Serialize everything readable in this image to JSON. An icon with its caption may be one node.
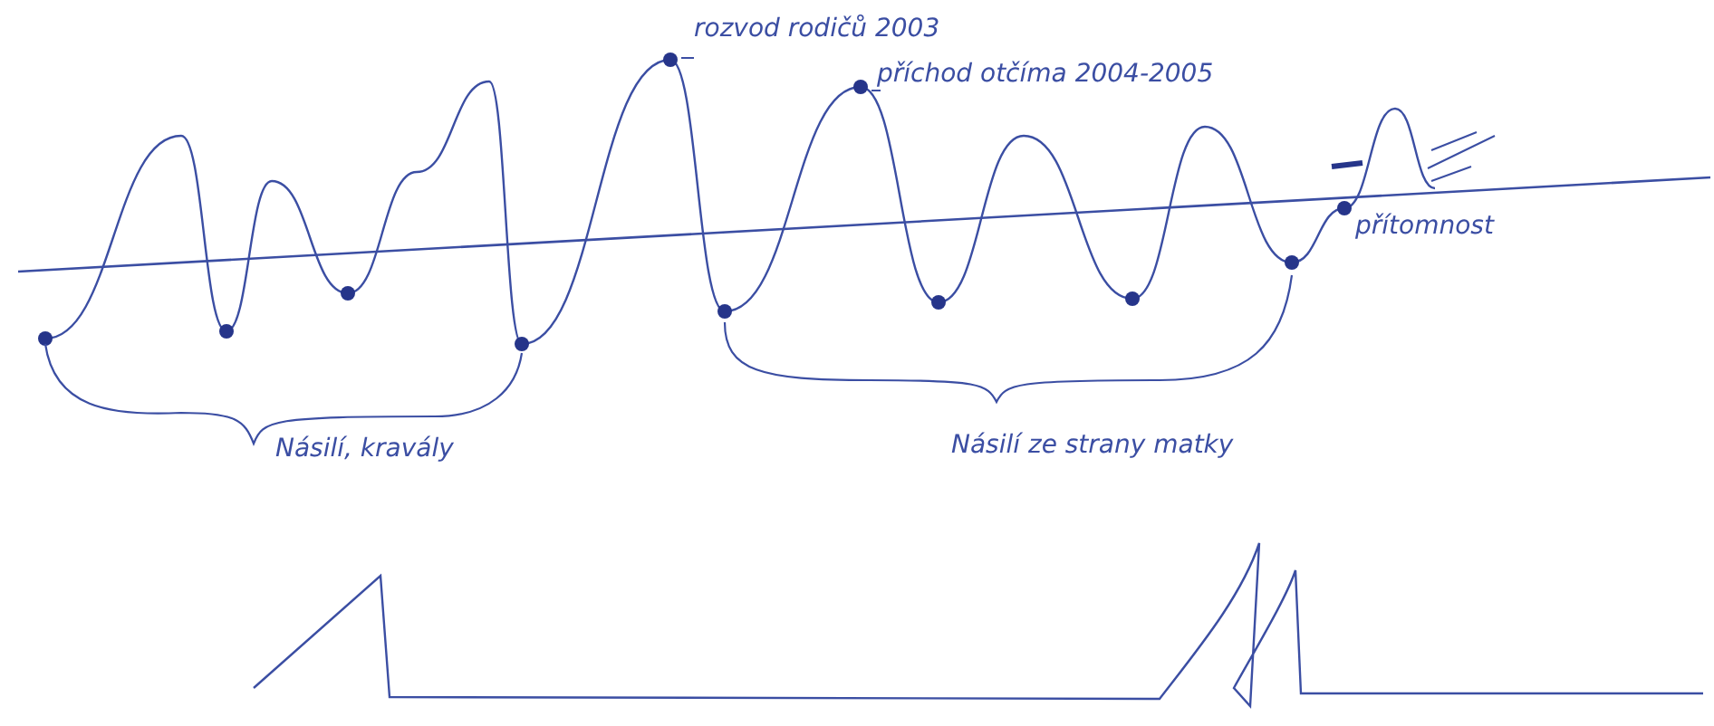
{
  "diagram": {
    "labels": [
      "rozvod rodičů 2003",
      "příchod otčíma 2004-2005",
      "přítomnost",
      "Násilí, kravály",
      "Násilí ze strany matky"
    ]
  }
}
